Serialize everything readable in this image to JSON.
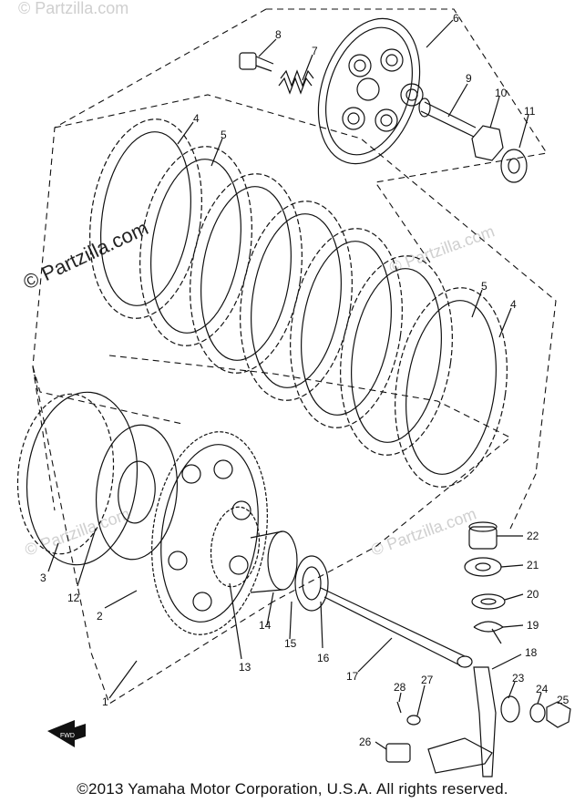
{
  "watermark": {
    "main": "© Partzilla.com",
    "faint": "© Partzilla.com"
  },
  "copyright": "©2013 Yamaha Motor Corporation, U.S.A. All rights reserved.",
  "part_numbers": {
    "p1": "1",
    "p2": "2",
    "p3": "3",
    "p4a": "4",
    "p4b": "4",
    "p5a": "5",
    "p5b": "5",
    "p6": "6",
    "p7": "7",
    "p8": "8",
    "p9": "9",
    "p10": "10",
    "p11": "11",
    "p12": "12",
    "p13": "13",
    "p14": "14",
    "p15": "15",
    "p16": "16",
    "p17": "17",
    "p18": "18",
    "p19": "19",
    "p20": "20",
    "p21": "21",
    "p22": "22",
    "p23": "23",
    "p24": "24",
    "p25": "25",
    "p26": "26",
    "p27": "27",
    "p28": "28"
  },
  "front_marker": "FWD"
}
